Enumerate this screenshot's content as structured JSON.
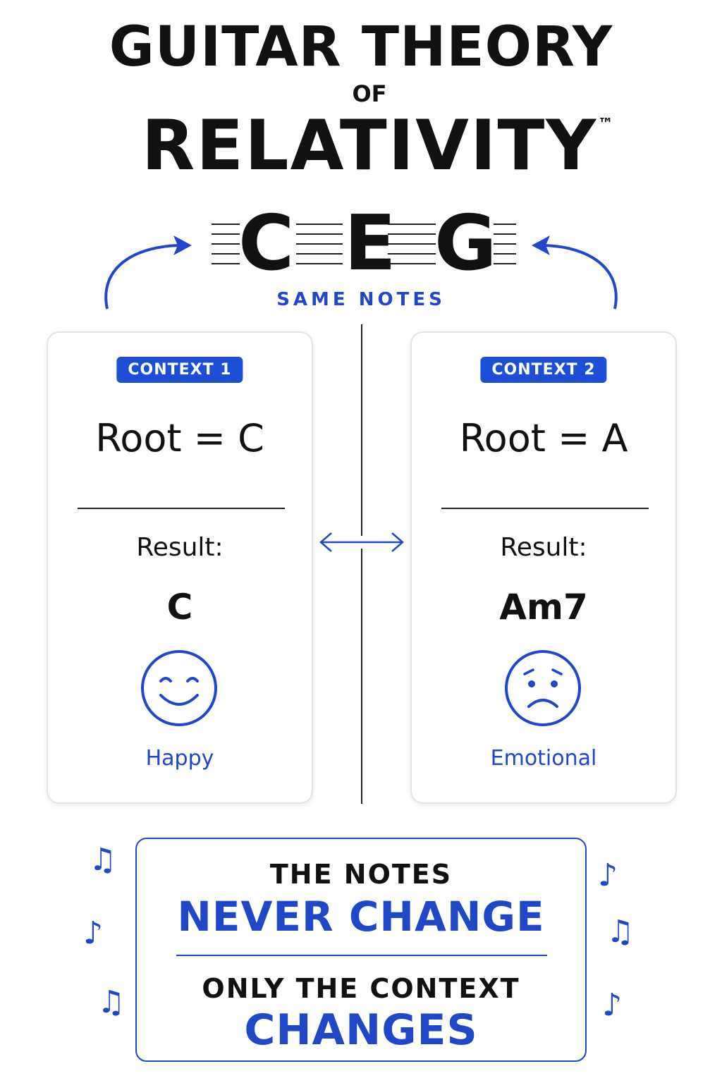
{
  "title": {
    "line1": "GUITAR THEORY",
    "of": "OF",
    "line3": "RELATIVITY",
    "trademark": "™"
  },
  "notes": [
    "C",
    "E",
    "G"
  ],
  "same_notes_label": "SAME NOTES",
  "contexts": [
    {
      "badge": "CONTEXT 1",
      "root": "Root = C",
      "result_label": "Result:",
      "chord": "C",
      "face_icon": "happy-face-icon",
      "mood": "Happy"
    },
    {
      "badge": "CONTEXT 2",
      "root": "Root = A",
      "result_label": "Result:",
      "chord": "Am7",
      "face_icon": "sad-face-icon",
      "mood": "Emotional"
    }
  ],
  "bottom": {
    "line1": "THE NOTES",
    "line2": "NEVER CHANGE",
    "line3": "ONLY THE CONTEXT",
    "line4": "CHANGES"
  },
  "colors": {
    "accent": "#1f47c8",
    "badge": "#1d4fd6",
    "text": "#111111"
  }
}
